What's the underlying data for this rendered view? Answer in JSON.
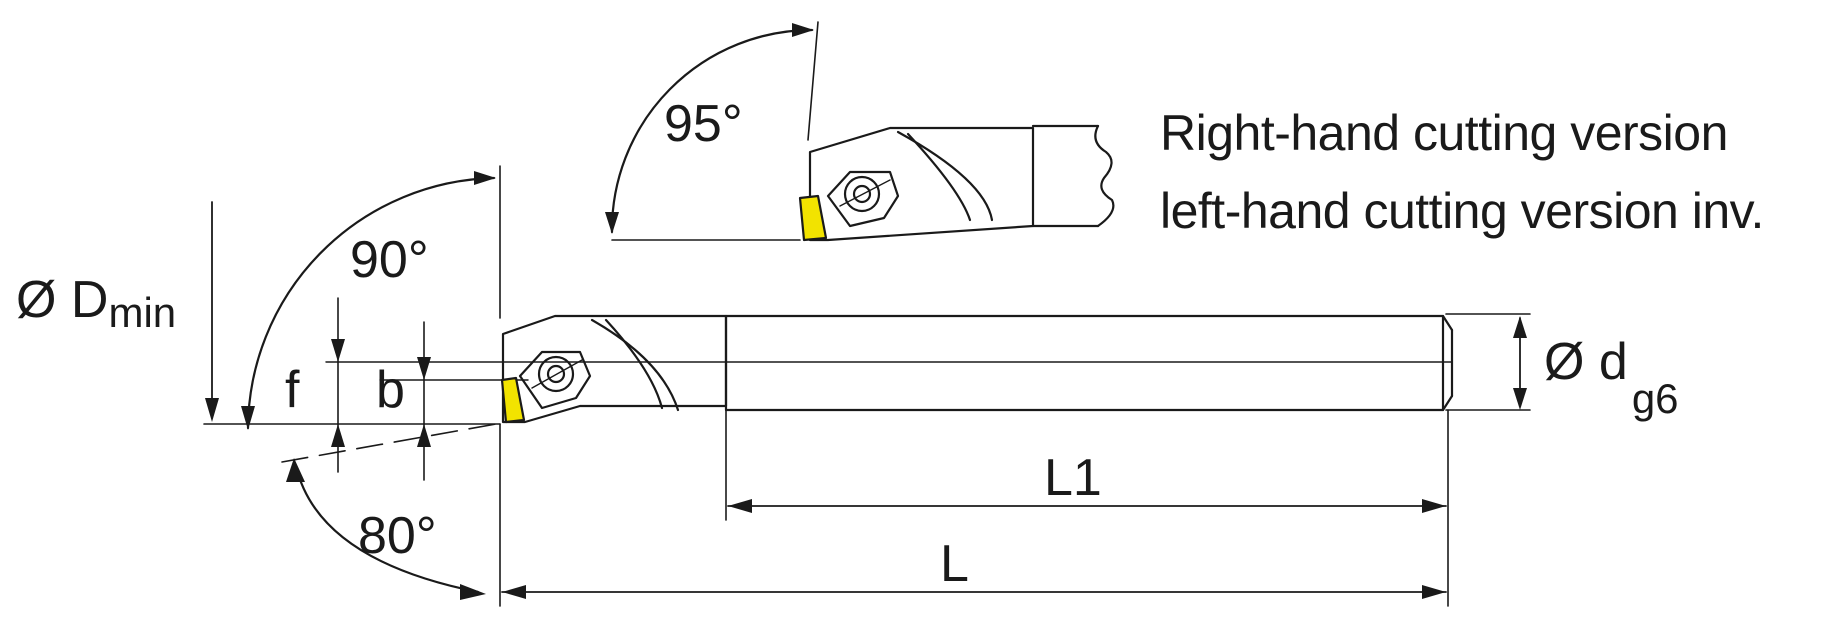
{
  "labels": {
    "angle_top": "95°",
    "angle_main": "90°",
    "angle_bottom": "80°",
    "d_min_prefix": "Ø D",
    "d_min_sub": "min",
    "f": "f",
    "b": "b",
    "d_prefix": "Ø d",
    "d_sub": "g6",
    "l1": "L1",
    "l": "L"
  },
  "notes": {
    "line1": "Right-hand cutting version",
    "line2": "left-hand cutting version inv."
  },
  "colors": {
    "line": "#1a1a1a",
    "insert": "#f2e300"
  }
}
